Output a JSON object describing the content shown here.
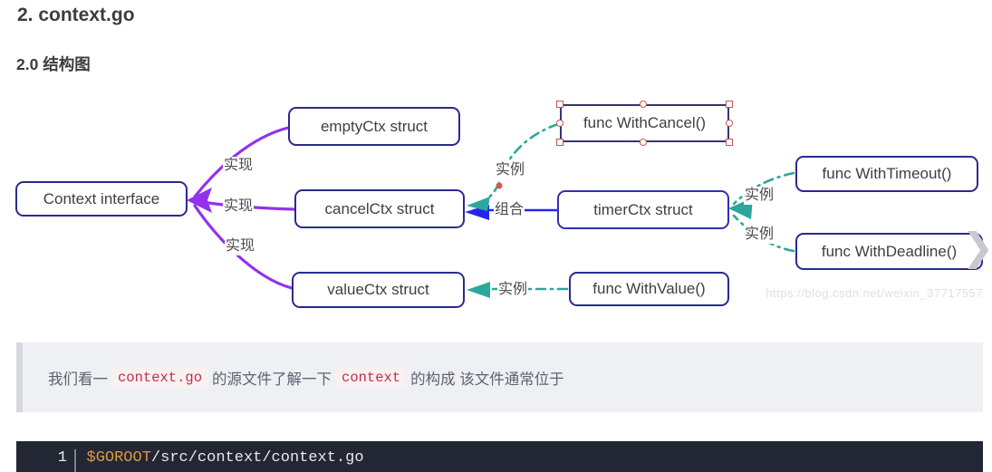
{
  "page": {
    "heading1": "2. context.go",
    "heading2": "2.0 结构图"
  },
  "diagram": {
    "type": "flow-diagram",
    "nodes": [
      {
        "id": "context-interface",
        "label": "Context interface"
      },
      {
        "id": "empty-ctx",
        "label": "emptyCtx struct"
      },
      {
        "id": "cancel-ctx",
        "label": "cancelCtx struct"
      },
      {
        "id": "value-ctx",
        "label": "valueCtx struct"
      },
      {
        "id": "with-cancel",
        "label": "func WithCancel()",
        "selected": true
      },
      {
        "id": "timer-ctx",
        "label": "timerCtx struct"
      },
      {
        "id": "with-value",
        "label": "func WithValue()"
      },
      {
        "id": "with-timeout",
        "label": "func WithTimeout()"
      },
      {
        "id": "with-deadline",
        "label": "func WithDeadline()"
      }
    ],
    "edge_labels": [
      {
        "id": "implement-empty",
        "text": "实现"
      },
      {
        "id": "implement-cancel",
        "text": "实现"
      },
      {
        "id": "implement-value",
        "text": "实现"
      },
      {
        "id": "instance-cancel",
        "text": "实例"
      },
      {
        "id": "compose",
        "text": "组合"
      },
      {
        "id": "instance-timeout",
        "text": "实例"
      },
      {
        "id": "instance-deadline",
        "text": "实例"
      },
      {
        "id": "instance-value",
        "text": "实例"
      }
    ],
    "colors": {
      "node_border": "#2a2a8f",
      "implement_edge": "#9232ec",
      "instance_edge": "#2ba79d",
      "compose_edge": "#2525f0",
      "selection_handle": "#c05a50",
      "marker_dot": "#e0524f"
    },
    "watermark": "https://blog.csdn.net/weixin_37717557",
    "next_chevron": "❯"
  },
  "blockquote": {
    "segments": [
      {
        "text": "我们看一"
      },
      {
        "text": "context.go"
      },
      {
        "text": "的源文件了解一下"
      },
      {
        "text": "context"
      },
      {
        "text": "的构成 该文件通常位于"
      }
    ]
  },
  "code_block": {
    "line_number": "1",
    "tokens": [
      {
        "text": "$GOROOT"
      },
      {
        "text": "/src/context/context.go"
      }
    ]
  }
}
